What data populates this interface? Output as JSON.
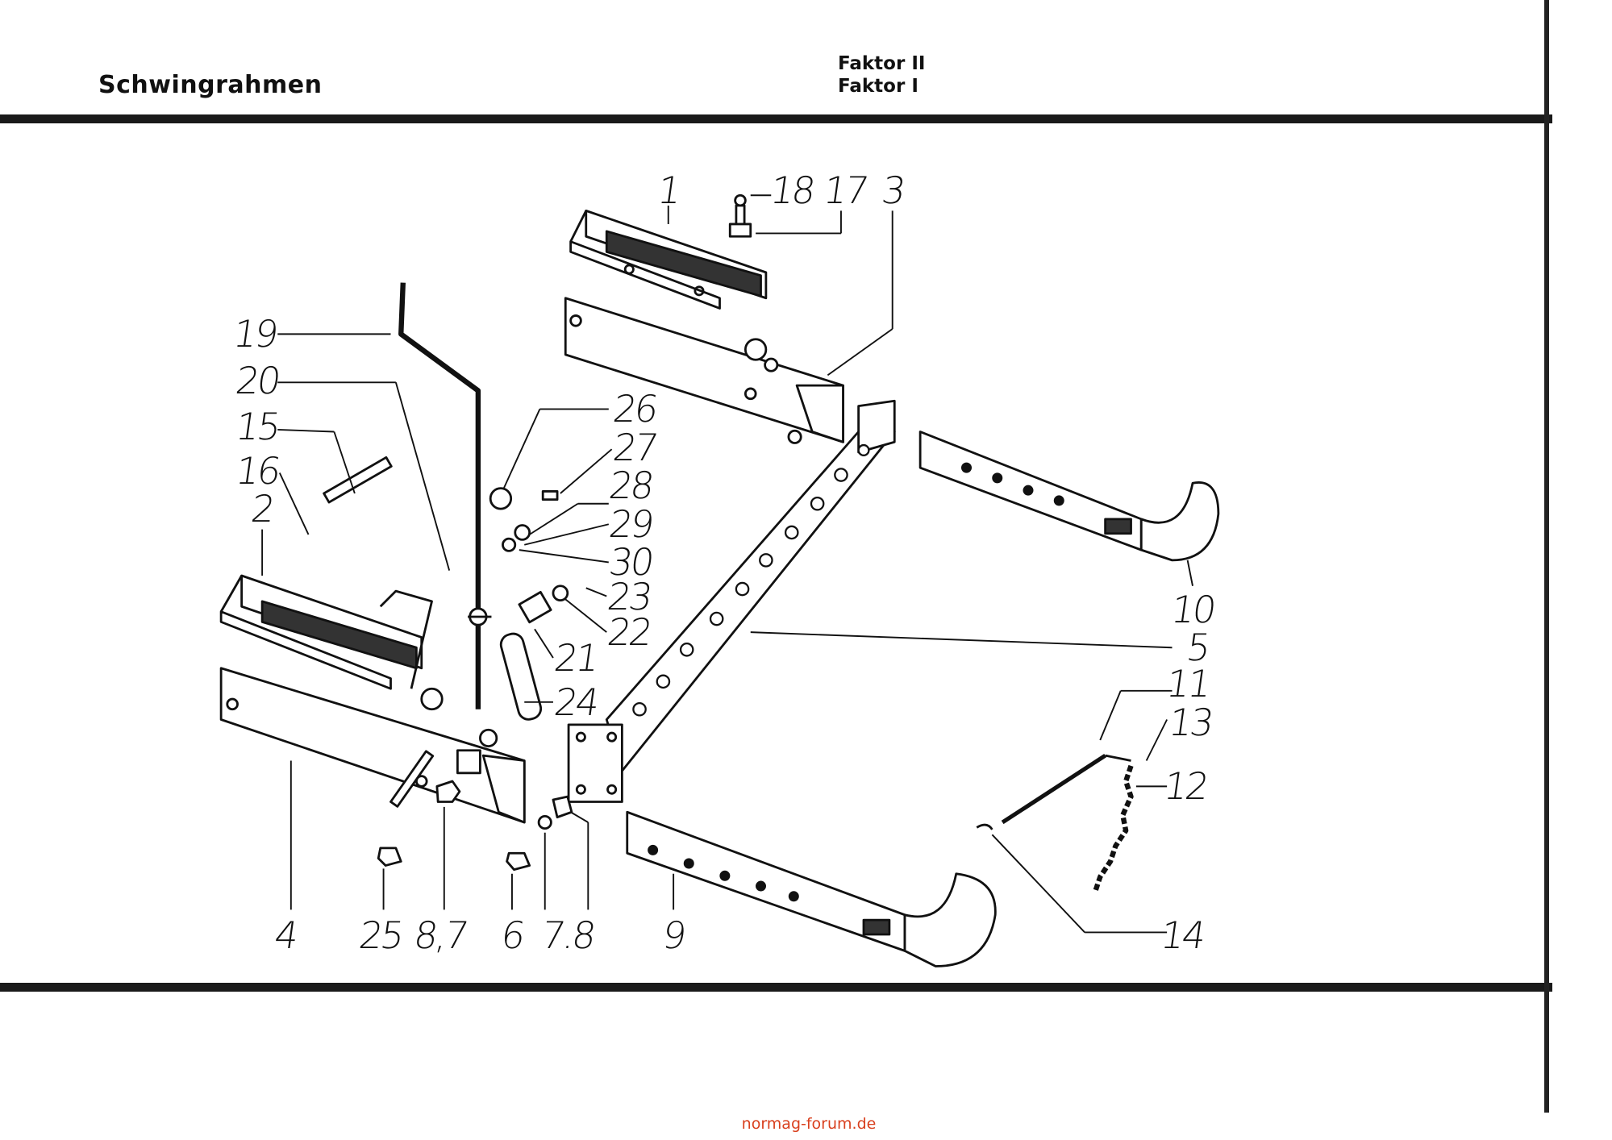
{
  "header": {
    "title": "Schwingrahmen",
    "model_1": "Faktor II",
    "model_2": "Faktor I"
  },
  "part_labels": {
    "p1": "1",
    "p18": "18",
    "p17": "17",
    "p3": "3",
    "p19": "19",
    "p20": "20",
    "p15": "15",
    "p16": "16",
    "p2": "2",
    "p26": "26",
    "p27": "27",
    "p28": "28",
    "p29": "29",
    "p30": "30",
    "p23": "23",
    "p22": "22",
    "p21": "21",
    "p24": "24",
    "p5": "5",
    "p10": "10",
    "p11": "11",
    "p13": "13",
    "p12": "12",
    "p14": "14",
    "p4": "4",
    "p25": "25",
    "p87": "8,7",
    "p6": "6",
    "p78": "7.8",
    "p9": "9"
  },
  "footer": {
    "watermark": "normag-forum.de"
  },
  "colors": {
    "ink": "#111111",
    "watermark": "#d9401e"
  }
}
